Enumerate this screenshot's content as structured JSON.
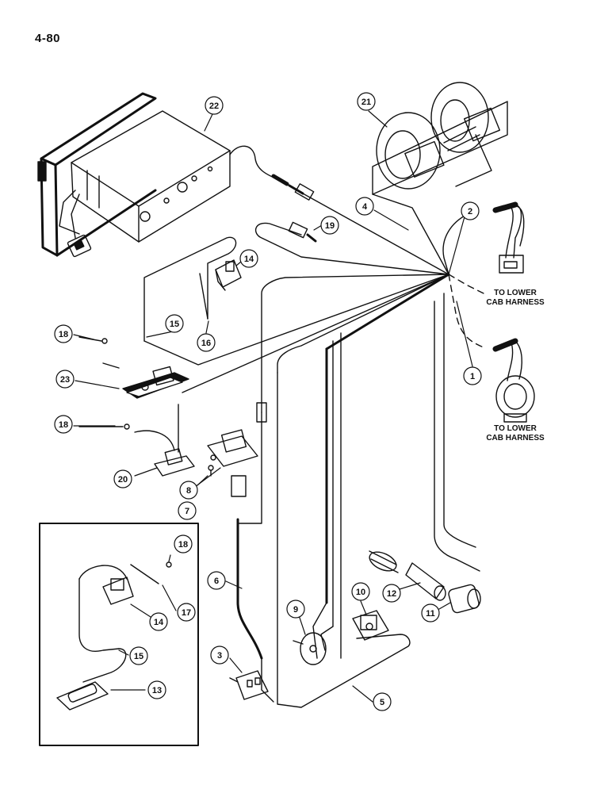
{
  "page_number": "4-80",
  "labels": {
    "to_lower_cab_harness_upper": [
      "TO LOWER",
      "CAB HARNESS"
    ],
    "to_lower_cab_harness_lower": [
      "TO LOWER",
      "CAB HARNESS"
    ]
  },
  "callouts": [
    "22",
    "21",
    "4",
    "2",
    "19",
    "14",
    "18",
    "15",
    "16",
    "23",
    "1",
    "18",
    "20",
    "8",
    "7",
    "6",
    "18",
    "14",
    "17",
    "15",
    "13",
    "10",
    "12",
    "11",
    "9",
    "3",
    "5"
  ]
}
